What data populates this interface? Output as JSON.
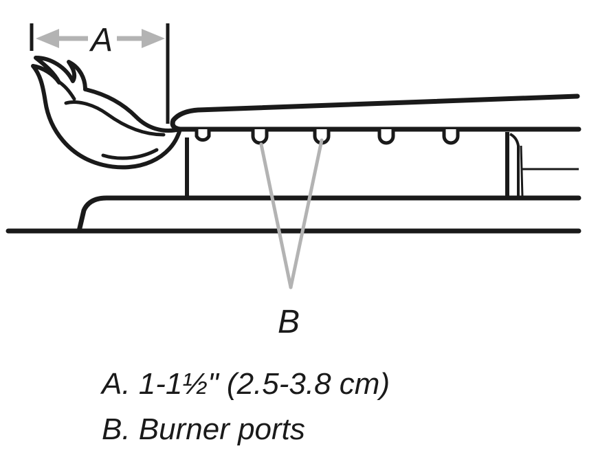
{
  "callouts": {
    "a": "A",
    "b": "B"
  },
  "legend": {
    "a": "A. 1-1½\" (2.5-3.8 cm)",
    "b": "B. Burner ports"
  },
  "colors": {
    "line": "#1a1a1a",
    "callout_arrow": "#b3b3b3"
  },
  "icons": [
    "flame-icon",
    "dimension-arrow-icon",
    "leader-line-icon"
  ]
}
